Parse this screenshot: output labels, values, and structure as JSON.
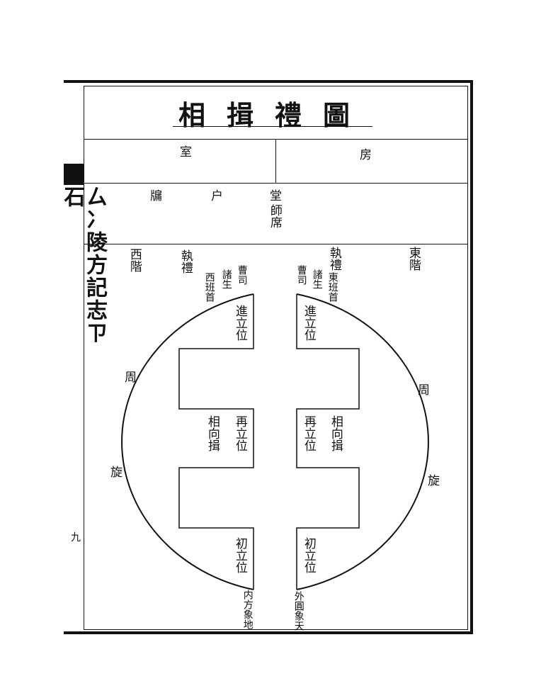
{
  "title": "相揖禮圖",
  "page_number": "九",
  "spine_text": "ㄙ冫陵方記志ㄗ石",
  "rooms": {
    "left": "室",
    "right": "房"
  },
  "hall": {
    "left_window": "牖",
    "door": "户",
    "hall_char": "堂",
    "master_seat": "師席"
  },
  "stairs": {
    "west": "西階",
    "east": "東階"
  },
  "zan_li": {
    "west": "執禮",
    "east": "執禮"
  },
  "clerks": {
    "west": "曹司",
    "east": "曹司"
  },
  "students": {
    "west": "諸生",
    "east": "諸生"
  },
  "leaders": {
    "west": "西班首",
    "east": "東班首"
  },
  "positions_west": {
    "top": "進立位",
    "middle": "再立位",
    "bottom": "初立位"
  },
  "positions_east": {
    "top": "進立位",
    "middle": "再立位",
    "bottom": "初立位"
  },
  "mutual_bow": {
    "west": "相向揖",
    "east": "相向揖"
  },
  "circuit": {
    "west_zhou": "周",
    "west_xuan": "旋",
    "east_zhou": "周",
    "east_xuan": "旋"
  },
  "bottom_notes": {
    "west": "内方象地",
    "east": "外圓象天"
  }
}
